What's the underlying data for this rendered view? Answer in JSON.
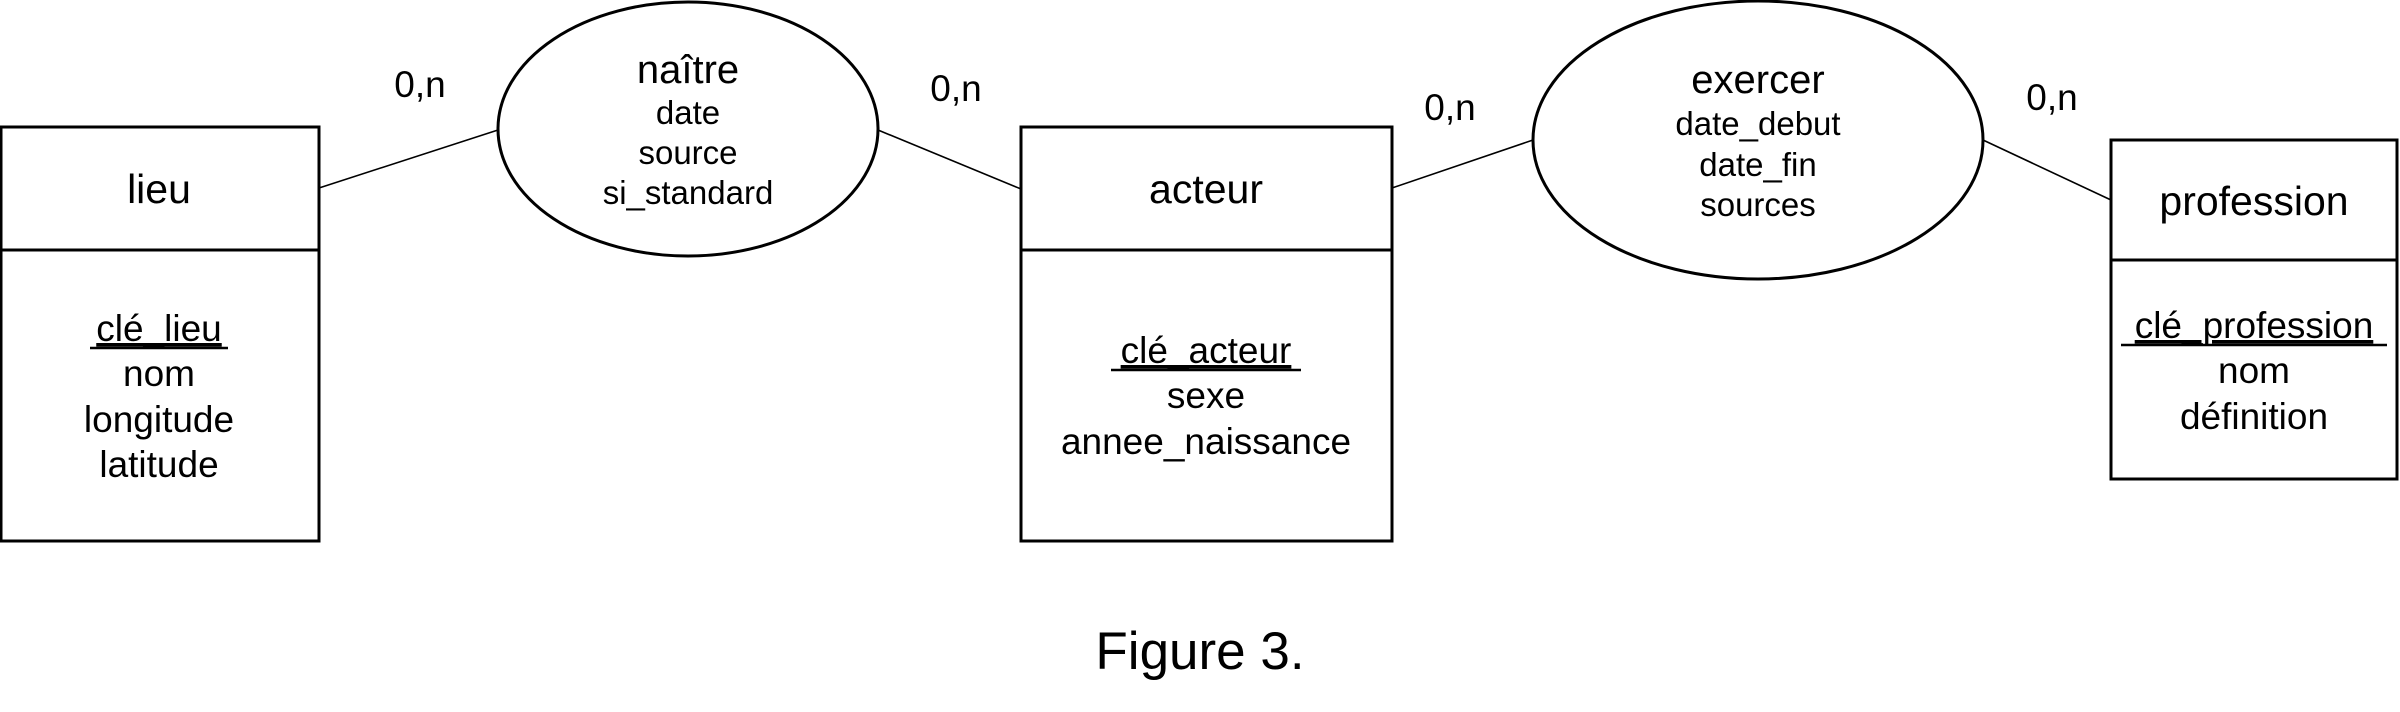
{
  "entities": {
    "lieu": {
      "name": "lieu",
      "key": "clé_lieu",
      "attributes": [
        "nom",
        "longitude",
        "latitude"
      ]
    },
    "acteur": {
      "name": "acteur",
      "key": "clé_acteur",
      "attributes": [
        "sexe",
        "annee_naissance"
      ]
    },
    "profession": {
      "name": "profession",
      "key": "clé_profession",
      "attributes": [
        "nom",
        "définition"
      ]
    }
  },
  "relations": {
    "naitre": {
      "name": "naître",
      "attributes": [
        "date",
        "source",
        "si_standard"
      ]
    },
    "exercer": {
      "name": "exercer",
      "attributes": [
        "date_debut",
        "date_fin",
        "sources"
      ]
    }
  },
  "cardinalities": {
    "lieu_naitre": "0,n",
    "naitre_acteur": "0,n",
    "acteur_exercer": "0,n",
    "exercer_profession": "0,n"
  },
  "caption": "Figure 3.",
  "colors": {
    "stroke": "#000000",
    "background": "#ffffff"
  }
}
